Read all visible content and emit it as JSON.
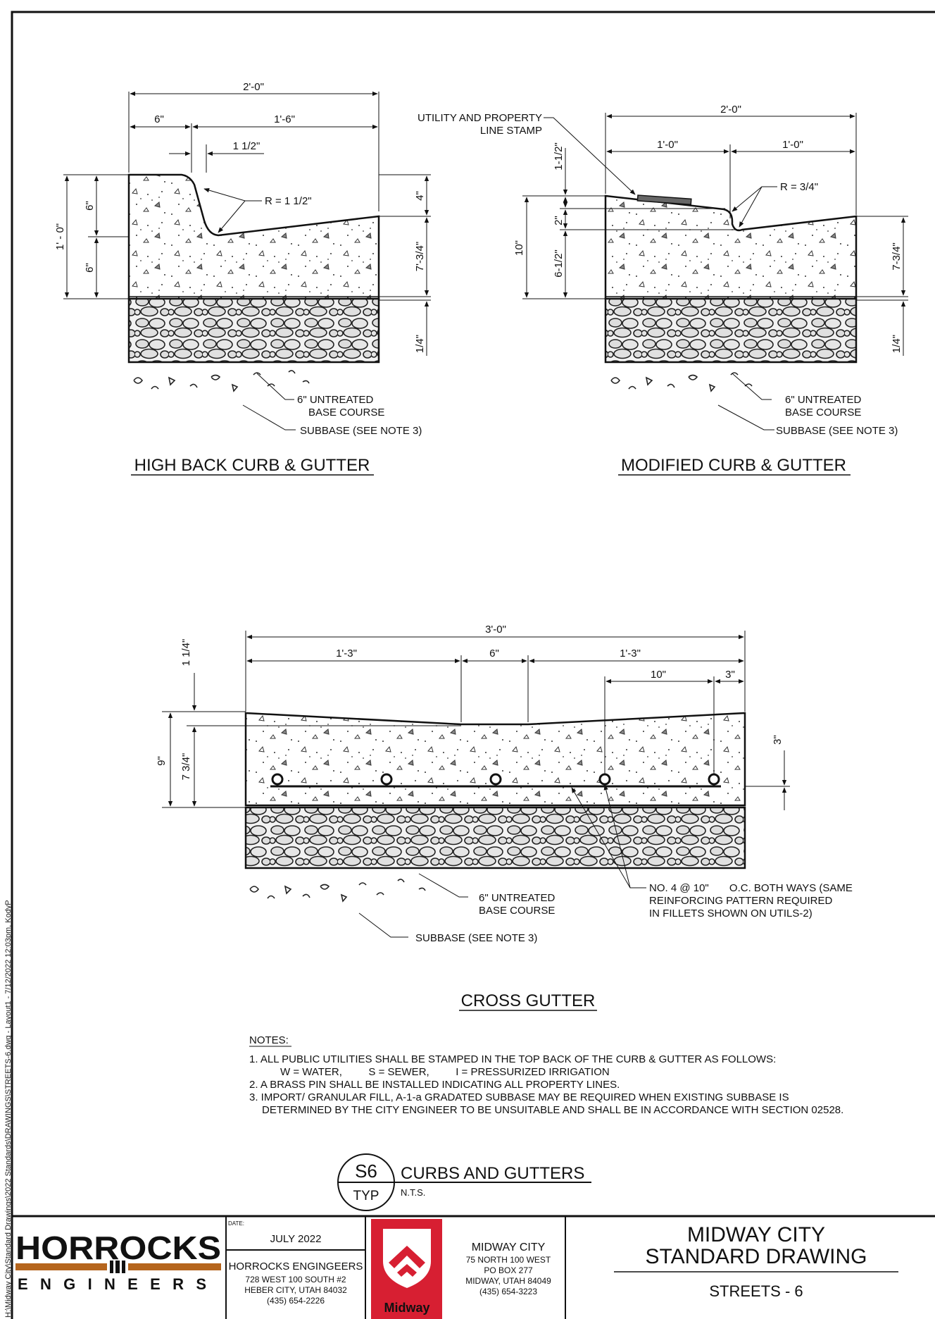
{
  "side_path": "H:\\Midway City\\Standard Drawings\\2022 Standards\\DRAWINGS\\STREETS-6.dwg - Layout1 -   7/12/2022  12:03pm,  KodyP",
  "high_back": {
    "title": "HIGH BACK CURB & GUTTER",
    "dim_total": "2'-0\"",
    "dim_6": "6\"",
    "dim_1_6": "1'-6\"",
    "dim_1_half": "1 1/2\"",
    "radius": "R = 1 1/2\"",
    "dim_1_0": "1' - 0\"",
    "dim_6_top": "6\"",
    "dim_6_bot": "6\"",
    "dim_4": "4\"",
    "dim_7_34": "7'-3/4\"",
    "dim_1_4": "1/4\"",
    "base_1": "6\" UNTREATED",
    "base_2": "BASE COURSE",
    "subbase": "SUBBASE (SEE NOTE 3)"
  },
  "modified": {
    "title": "MODIFIED CURB & GUTTER",
    "stamp_1": "UTILITY AND PROPERTY",
    "stamp_2": "LINE STAMP",
    "dim_total": "2'-0\"",
    "dim_1_0_a": "1'-0\"",
    "dim_1_0_b": "1'-0\"",
    "radius": "R = 3/4\"",
    "dim_1_12": "1-1/2\"",
    "dim_2": "2\"",
    "dim_10": "10\"",
    "dim_6_12": "6-1/2\"",
    "dim_7_34": "7-3/4\"",
    "dim_1_4": "1/4\"",
    "base_1": "6\" UNTREATED",
    "base_2": "BASE COURSE",
    "subbase": "SUBBASE (SEE NOTE 3)"
  },
  "cross": {
    "title": "CROSS GUTTER",
    "dim_total": "3'-0\"",
    "dim_1_3_a": "1'-3\"",
    "dim_6": "6\"",
    "dim_1_3_b": "1'-3\"",
    "dim_10": "10\"",
    "dim_3_top": "3\"",
    "dim_1_14": "1 1/4\"",
    "dim_9": "9\"",
    "dim_7_34": "7 3/4\"",
    "dim_3_side": "3\"",
    "base_1": "6\" UNTREATED",
    "base_2": "BASE COURSE",
    "subbase": "SUBBASE (SEE NOTE 3)",
    "rebar_1": "NO. 4 @ 10\"       O.C. BOTH WAYS (SAME",
    "rebar_2": "REINFORCING PATTERN REQUIRED",
    "rebar_3": "IN FILLETS SHOWN ON UTILS-2)"
  },
  "notes": {
    "heading": "NOTES:",
    "n1": "1. ALL PUBLIC UTILITIES SHALL BE STAMPED IN THE TOP BACK OF THE CURB & GUTTER AS FOLLOWS:",
    "n1b": "W = WATER,         S = SEWER,         I = PRESSURIZED IRRIGATION",
    "n2": "2. A BRASS PIN SHALL BE INSTALLED INDICATING ALL PROPERTY LINES.",
    "n3": "3. IMPORT/ GRANULAR FILL, A-1-a GRADATED SUBBASE MAY BE REQUIRED WHEN EXISTING SUBBASE IS",
    "n3b": "DETERMINED BY  THE CITY ENGINEER TO BE UNSUITABLE AND SHALL BE IN ACCORDANCE WITH SECTION 02528."
  },
  "sheet_tag": {
    "number": "S6",
    "sub": "TYP",
    "title": "CURBS AND GUTTERS",
    "scale": "N.T.S."
  },
  "title_block": {
    "logo_name": "HORROCKS",
    "logo_sub": "ENGINEERS",
    "date_label": "DATE:",
    "date": "JULY 2022",
    "firm": "HORROCKS ENGINGEERS",
    "firm_addr1": "728 WEST 100 SOUTH #2",
    "firm_addr2": "HEBER CITY, UTAH 84032",
    "firm_phone": "(435) 654-2226",
    "city_logo_text": "Midway",
    "city": "MIDWAY CITY",
    "city_addr1": "75 NORTH 100 WEST",
    "city_addr2": "PO BOX 277",
    "city_addr3": "MIDWAY, UTAH 84049",
    "city_phone": "(435) 654-3223",
    "main_1": "MIDWAY CITY",
    "main_2": "STANDARD DRAWING",
    "sheet": "STREETS - 6",
    "accent_brown": "#b5651d",
    "accent_red": "#d71f32"
  }
}
